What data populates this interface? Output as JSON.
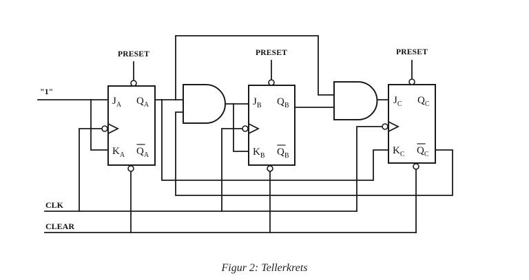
{
  "figure": {
    "caption": "Figur 2: Tellerkrets",
    "type": "synchronous counter circuit (3 JK flip-flops, 2 AND gates)"
  },
  "signals": {
    "constant_one": "\"1\"",
    "clock": "CLK",
    "clear": "CLEAR"
  },
  "flip_flops": [
    {
      "id": "A",
      "preset_label": "PRESET",
      "j_label": "J",
      "k_label": "K",
      "q_label": "Q",
      "qbar_label": "Q",
      "subscript": "A"
    },
    {
      "id": "B",
      "preset_label": "PRESET",
      "j_label": "J",
      "k_label": "K",
      "q_label": "Q",
      "qbar_label": "Q",
      "subscript": "B"
    },
    {
      "id": "C",
      "preset_label": "PRESET",
      "j_label": "J",
      "k_label": "K",
      "q_label": "Q",
      "qbar_label": "Q",
      "subscript": "C"
    }
  ],
  "gates": [
    {
      "id": "and1",
      "type": "AND",
      "inputs": [
        "QA",
        "feedback"
      ],
      "output": "JB/KB"
    },
    {
      "id": "and2",
      "type": "AND",
      "inputs": [
        "feedback",
        "QB"
      ],
      "output": "JC"
    }
  ]
}
